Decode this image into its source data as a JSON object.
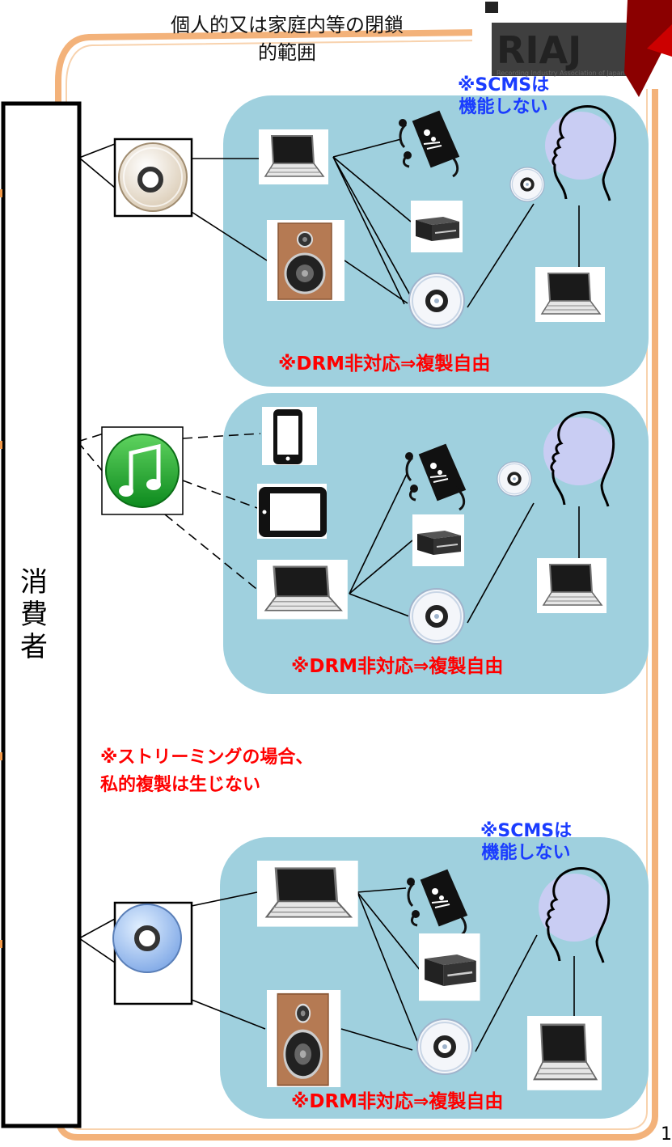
{
  "scope_label": "個人的又は家庭内等の閉鎖的範囲",
  "logo": {
    "text": "RIAJ",
    "subtitle": "Recording Industry Association of Japan"
  },
  "consumer_label": "消費者",
  "scms_note_1": [
    "※SCMSは",
    "機能しない"
  ],
  "scms_note_2": [
    "※SCMSは",
    "機能しない"
  ],
  "drm_note_1": "※DRM非対応⇒複製自由",
  "drm_note_2": "※DRM非対応⇒複製自由",
  "drm_note_3": "※DRM非対応⇒複製自由",
  "streaming_note": [
    "※ストリーミングの場合、",
    "私的複製は生じない"
  ],
  "page_number": "1",
  "icons": [
    "cd-source-icon",
    "music-note-icon",
    "blue-cd-source-icon",
    "laptop-icon",
    "speaker-icon",
    "portable-player-icon",
    "recorder-icon",
    "disc-icon",
    "person-head-icon",
    "smartphone-icon",
    "tablet-icon"
  ],
  "colors": {
    "cloud_fill": "#9fd0de",
    "frame_orange": "#f3b27a",
    "red_note": "#ff0000",
    "blue_note": "#1a3cff"
  }
}
